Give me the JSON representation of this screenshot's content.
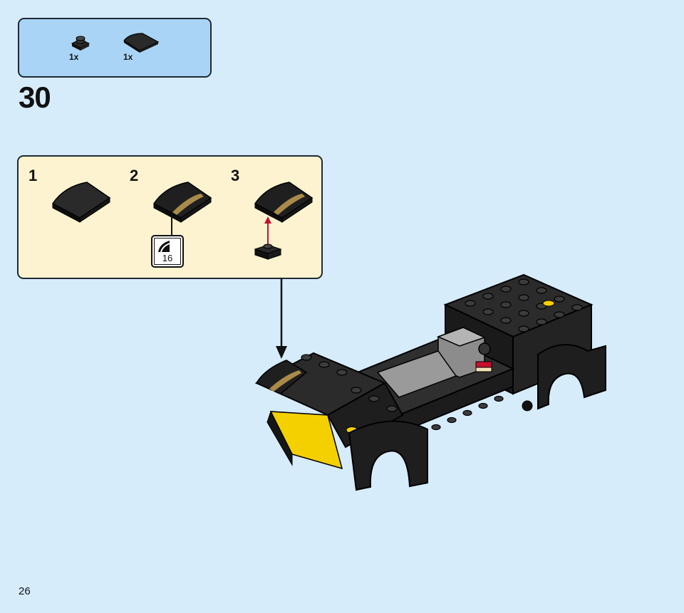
{
  "parts_list": {
    "items": [
      {
        "name": "plate-1x1-round-icon",
        "qty": "1x"
      },
      {
        "name": "curved-slope-icon",
        "qty": "1x"
      }
    ]
  },
  "step": {
    "number": "30"
  },
  "sub_steps": [
    {
      "number": "1"
    },
    {
      "number": "2",
      "sticker": "16"
    },
    {
      "number": "3"
    }
  ],
  "page": {
    "number": "26"
  },
  "colors": {
    "background": "#d6ecfb",
    "parts_box": "#a9d4f5",
    "sub_box": "#fdf3d0",
    "brick_black": "#1a1a1a",
    "brick_yellow": "#f5d000",
    "sticker_gold": "#a98a4a",
    "arrow_red": "#c8102e"
  }
}
